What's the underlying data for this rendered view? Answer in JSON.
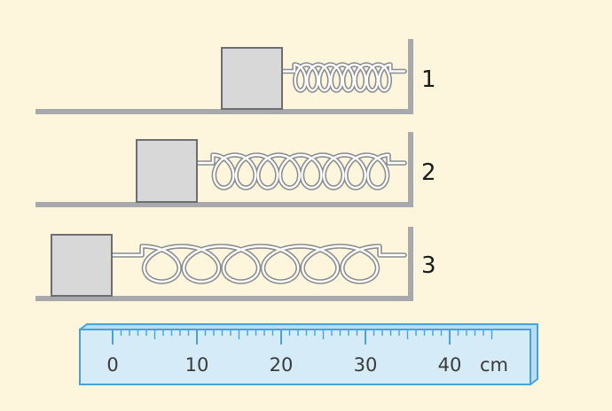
{
  "colors": {
    "background": "#fdf5dc",
    "surface": "#a7a9ac",
    "block_fill": "#d8d8d8",
    "block_stroke": "#6d6e71",
    "spring_outer": "#8a8c8f",
    "spring_inner": "#ffffff",
    "ruler_fill": "#d5ecf8",
    "ruler_stroke": "#45a3d9",
    "ruler_text": "#3a3a3a"
  },
  "setups": [
    {
      "label": "1",
      "state": "compressed"
    },
    {
      "label": "2",
      "state": "relaxed"
    },
    {
      "label": "3",
      "state": "stretched"
    }
  ],
  "ruler": {
    "tick_labels": [
      "0",
      "10",
      "20",
      "30",
      "40"
    ],
    "unit": "cm",
    "range_cm": [
      0,
      45
    ],
    "minor_tick_cm": 2
  }
}
